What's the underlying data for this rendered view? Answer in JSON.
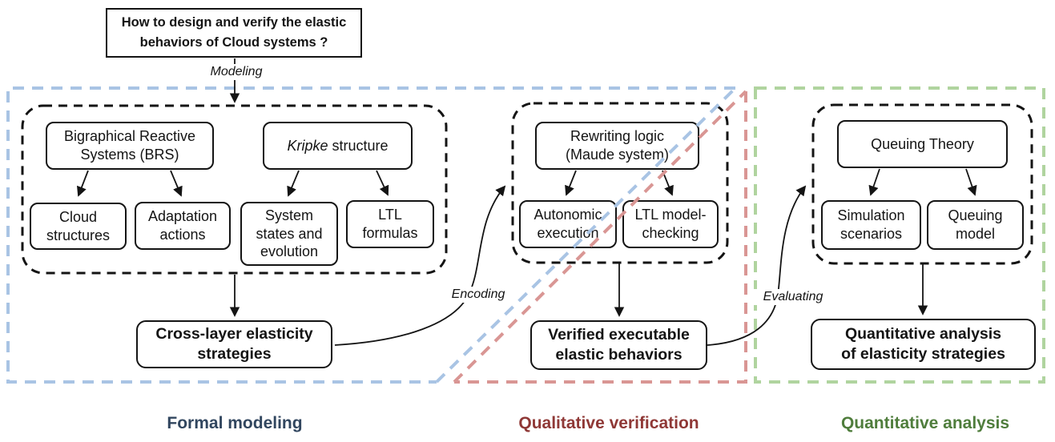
{
  "title_box": {
    "label": "How to design and verify the elastic\nbehaviors of Cloud systems ?"
  },
  "flow_labels": {
    "modeling": "Modeling",
    "encoding": "Encoding",
    "evaluating": "Evaluating"
  },
  "colors": {
    "formal_border": "#A9C4E4",
    "qualitative_border": "#D99694",
    "quantitative_border": "#B0D49F",
    "formal_label": "#31465F",
    "qualitative_label": "#8F3836",
    "quantitative_label": "#4F7D3C",
    "node_border": "#141414"
  },
  "formal_modeling": {
    "label": "Formal modeling",
    "nodes": {
      "brs": "Bigraphical Reactive\nSystems (BRS)",
      "kripke_em": "Kripke",
      "kripke_rest": "structure",
      "cloud_structures": "Cloud\nstructures",
      "adaptation_actions": "Adaptation\nactions",
      "system_states": "System\nstates and\nevolution",
      "ltl_formulas": "LTL\nformulas",
      "outcome": "Cross-layer elasticity\nstrategies"
    }
  },
  "qualitative_verification": {
    "label": "Qualitative verification",
    "nodes": {
      "rewriting_logic": "Rewriting logic\n(Maude system)",
      "autonomic_execution": "Autonomic\nexecution",
      "ltl_model_checking": "LTL model-\nchecking",
      "outcome": "Verified executable\nelastic behaviors"
    }
  },
  "quantitative_analysis": {
    "label": "Quantitative analysis",
    "nodes": {
      "queuing_theory": "Queuing Theory",
      "simulation_scenarios": "Simulation\nscenarios",
      "queuing_model": "Queuing\nmodel",
      "outcome": "Quantitative analysis\nof elasticity strategies"
    }
  }
}
